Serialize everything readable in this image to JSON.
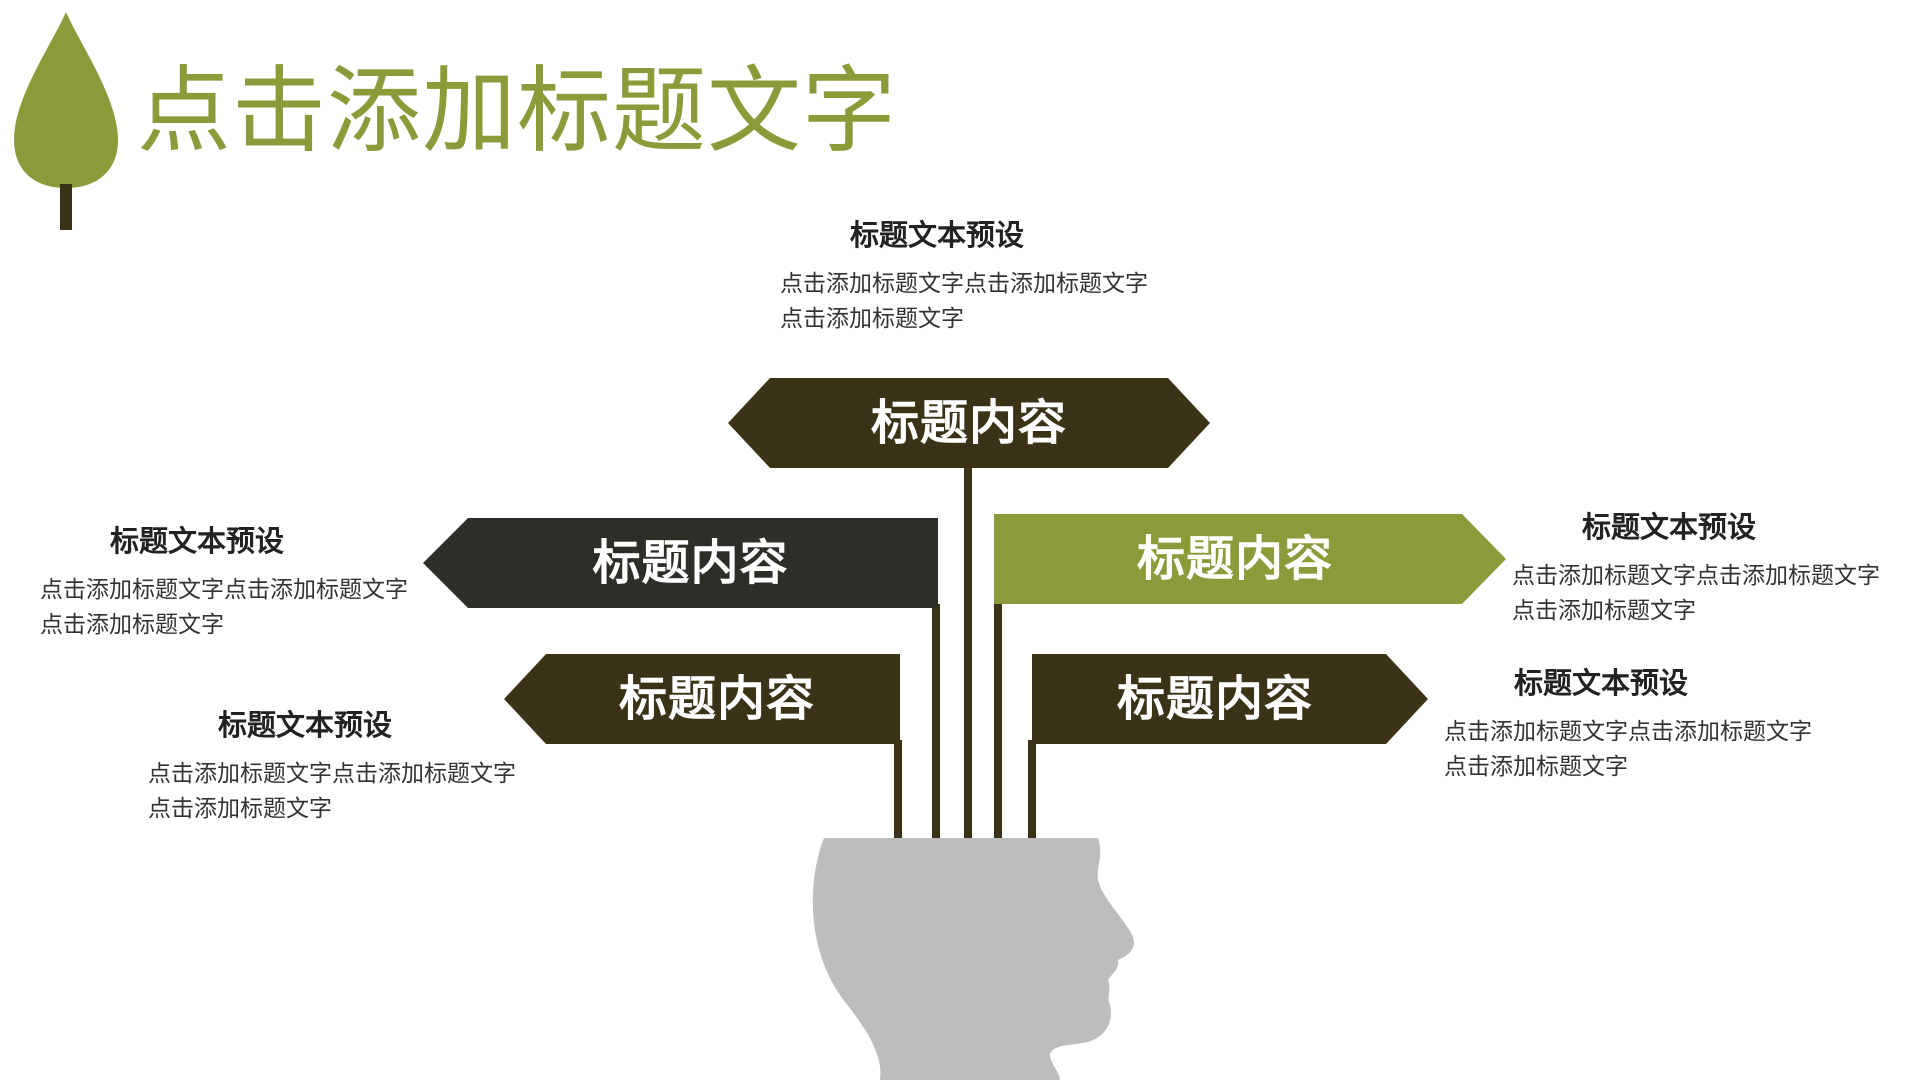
{
  "header": {
    "title": "点击添加标题文字",
    "icon": "tree-icon"
  },
  "colors": {
    "dark_olive": "#3b3318",
    "charcoal": "#2f2d28",
    "olive_green": "#8c9a3a",
    "head_gray": "#bdbdbd"
  },
  "signs": [
    {
      "id": "top",
      "label": "标题内容",
      "color": "#3b3318",
      "direction": "both"
    },
    {
      "id": "left-upper",
      "label": "标题内容",
      "color": "#2f2d28",
      "direction": "left"
    },
    {
      "id": "right-upper",
      "label": "标题内容",
      "color": "#8c9a3a",
      "direction": "right"
    },
    {
      "id": "left-lower",
      "label": "标题内容",
      "color": "#3b3318",
      "direction": "left"
    },
    {
      "id": "right-lower",
      "label": "标题内容",
      "color": "#3b3318",
      "direction": "right"
    }
  ],
  "text_blocks": [
    {
      "id": "top",
      "title": "标题文本预设",
      "body": "点击添加标题文字点击添加标题文字点击添加标题文字"
    },
    {
      "id": "left-upper",
      "title": "标题文本预设",
      "body": "点击添加标题文字点击添加标题文字点击添加标题文字"
    },
    {
      "id": "right-upper",
      "title": "标题文本预设",
      "body": "点击添加标题文字点击添加标题文字点击添加标题文字"
    },
    {
      "id": "left-lower",
      "title": "标题文本预设",
      "body": "点击添加标题文字点击添加标题文字点击添加标题文字"
    },
    {
      "id": "right-lower",
      "title": "标题文本预设",
      "body": "点击添加标题文字点击添加标题文字点击添加标题文字"
    }
  ]
}
